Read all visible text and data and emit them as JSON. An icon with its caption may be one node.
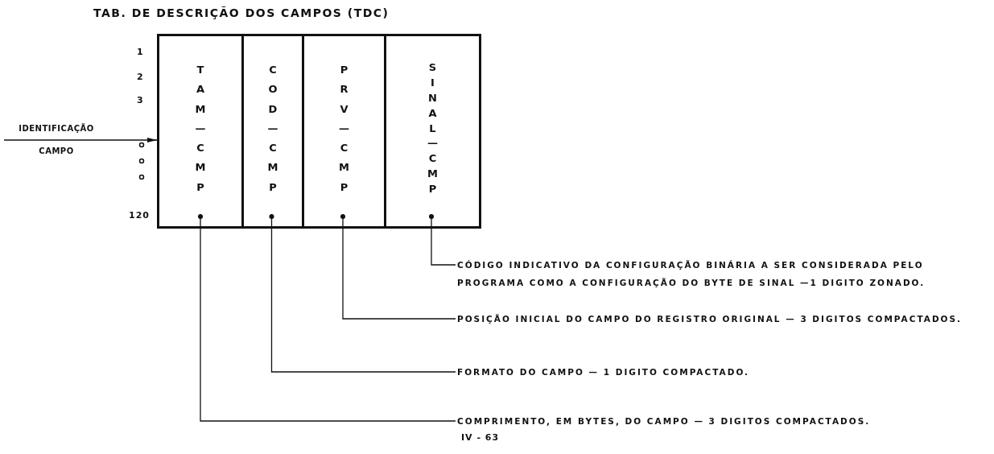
{
  "diagram": {
    "title": "TAB. DE DESCRIÇÃO DOS CAMPOS (TDC)",
    "nodes": [
      {
        "text": [],
        "shape": "box"
      },
      {
        "text": [
          "TAM—CMP"
        ],
        "in": 0
      },
      {
        "text": [
          "COD—CMP"
        ],
        "in": 0
      },
      {
        "text": [
          "PRV—CMP"
        ],
        "in": 0
      },
      {
        "text": [
          "SINAL—CMP"
        ],
        "in": 0
      },
      {
        "text": [
          "CÓDIGO INDICATIVO DA CONFIGURAÇÃO BINÁRIA A SER CONSIDERADA PELO PROGRAMA COMO A CONFIGURAÇÃO DO BYTE DE SINAL —1 DIGITO ZONADO."
        ]
      },
      {
        "text": [
          "POSIÇÃO INICIAL DO CAMPO DO REGISTRO ORIGINAL — 3 DIGITOS COMPACTADOS."
        ]
      },
      {
        "text": [
          "FORMATO DO CAMPO — 1 DIGITO COMPACTADO."
        ]
      },
      {
        "text": [
          "COMPRIMENTO, EM BYTES, DO CAMPO — 3 DIGITOS COMPACTADOS."
        ]
      }
    ],
    "edges": [
      {
        "from": null,
        "to": 0,
        "arrow": "to",
        "label": "IDENTIFICAÇÃO CAMPO"
      },
      {
        "from": 4,
        "to": 5,
        "arrow": "other"
      },
      {
        "from": 3,
        "to": 6,
        "arrow": "other"
      },
      {
        "from": 2,
        "to": 7,
        "arrow": "other"
      },
      {
        "from": 1,
        "to": 8,
        "arrow": "other"
      }
    ],
    "labels": [
      "1",
      "2",
      "3",
      "120",
      "IV - 63"
    ]
  }
}
